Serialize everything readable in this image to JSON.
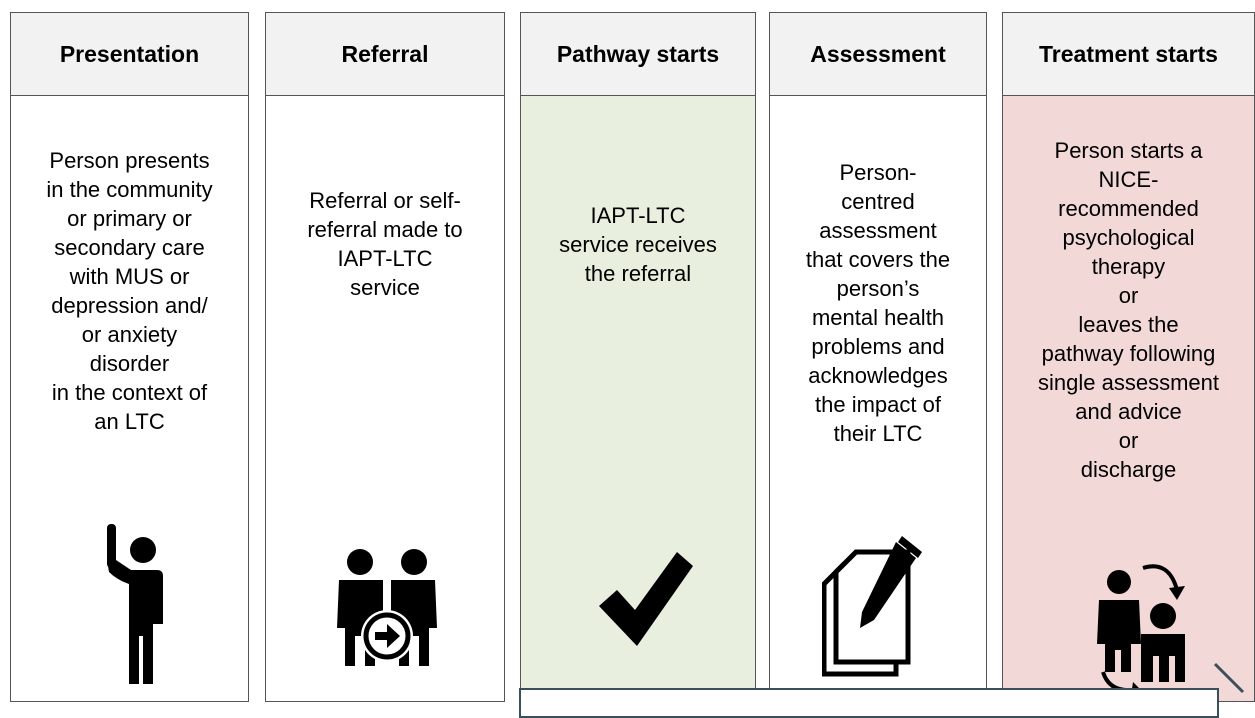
{
  "stages": [
    {
      "header": "Presentation",
      "description": "Person presents\nin the community\nor primary or\nsecondary care\nwith MUS or\ndepression and/\nor anxiety\ndisorder\nin the context of\nan LTC",
      "icon": "person-raising-hand-icon"
    },
    {
      "header": "Referral",
      "description": "Referral or self-\nreferral made to\nIAPT-LTC\nservice",
      "icon": "two-people-referral-arrow-icon"
    },
    {
      "header": "Pathway starts",
      "description": "IAPT-LTC\nservice receives\nthe referral",
      "icon": "checkmark-icon",
      "highlight": "#e9efde"
    },
    {
      "header": "Assessment",
      "description": "Person-\ncentred\nassessment\nthat covers the\nperson’s\nmental health\nproblems and\nacknowledges\nthe impact of\ntheir LTC",
      "icon": "document-pencil-icon"
    },
    {
      "header": "Treatment starts",
      "description": "Person starts a\nNICE-\nrecommended\npsychological\ntherapy\nor\nleaves the\npathway following\nsingle assessment\nand advice\nor\ndischarge",
      "icon": "two-people-cycle-arrows-icon",
      "highlight": "#f3d8d8"
    }
  ]
}
